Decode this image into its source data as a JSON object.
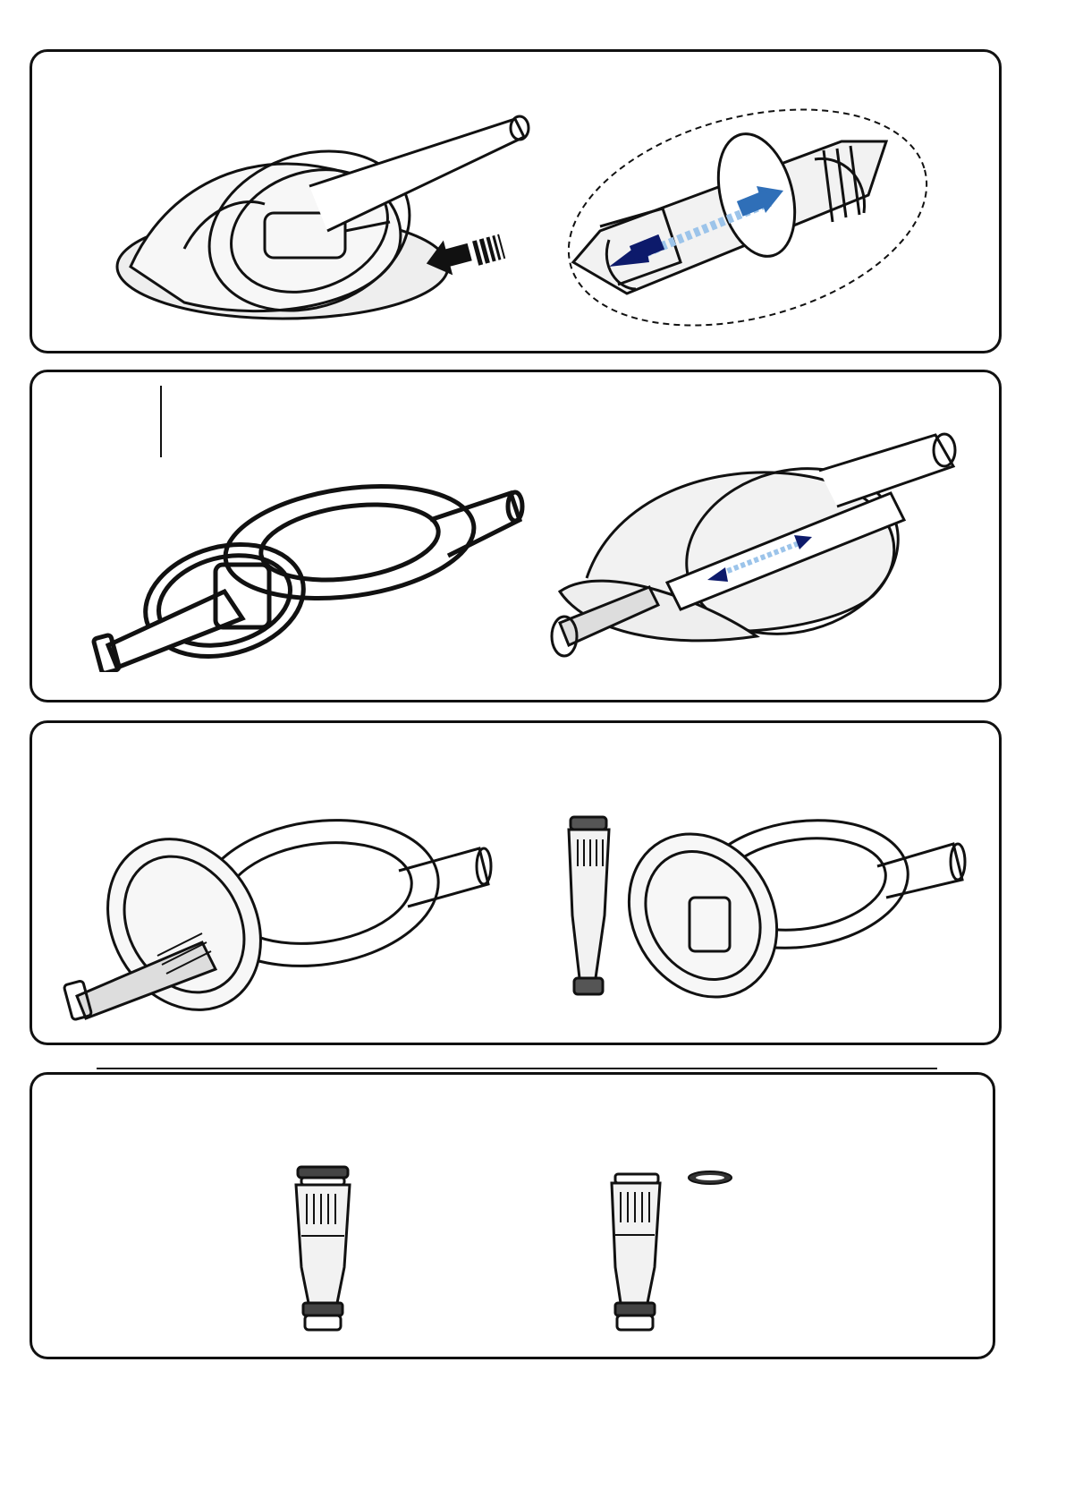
{
  "page": {
    "background": "#ffffff",
    "line_color": "#111111",
    "accent_arrow_dark": "#0d1a6b",
    "accent_arrow_mid": "#2f6fb8",
    "accent_arrow_light": "#9cc4ea"
  },
  "panels": [
    {
      "name": "step-insert-hose",
      "illustrations": [
        "cleaner-with-hose-insert",
        "hose-connector-detail"
      ],
      "icons": [
        "push-arrow-icon",
        "double-arrow-icon"
      ]
    },
    {
      "name": "step-open-cover",
      "illustrations": [
        "cleaner-closed",
        "cleaner-open-with-shaft"
      ],
      "icons": [
        "double-arrow-icon"
      ]
    },
    {
      "name": "step-remove-shaft",
      "illustrations": [
        "cleaner-open-shaft-out",
        "cleaner-with-shaft-removed"
      ],
      "icons": []
    },
    {
      "name": "step-replace-ring",
      "illustrations": [
        "shaft-assembly",
        "shaft-with-ring-removed"
      ],
      "icons": []
    }
  ]
}
